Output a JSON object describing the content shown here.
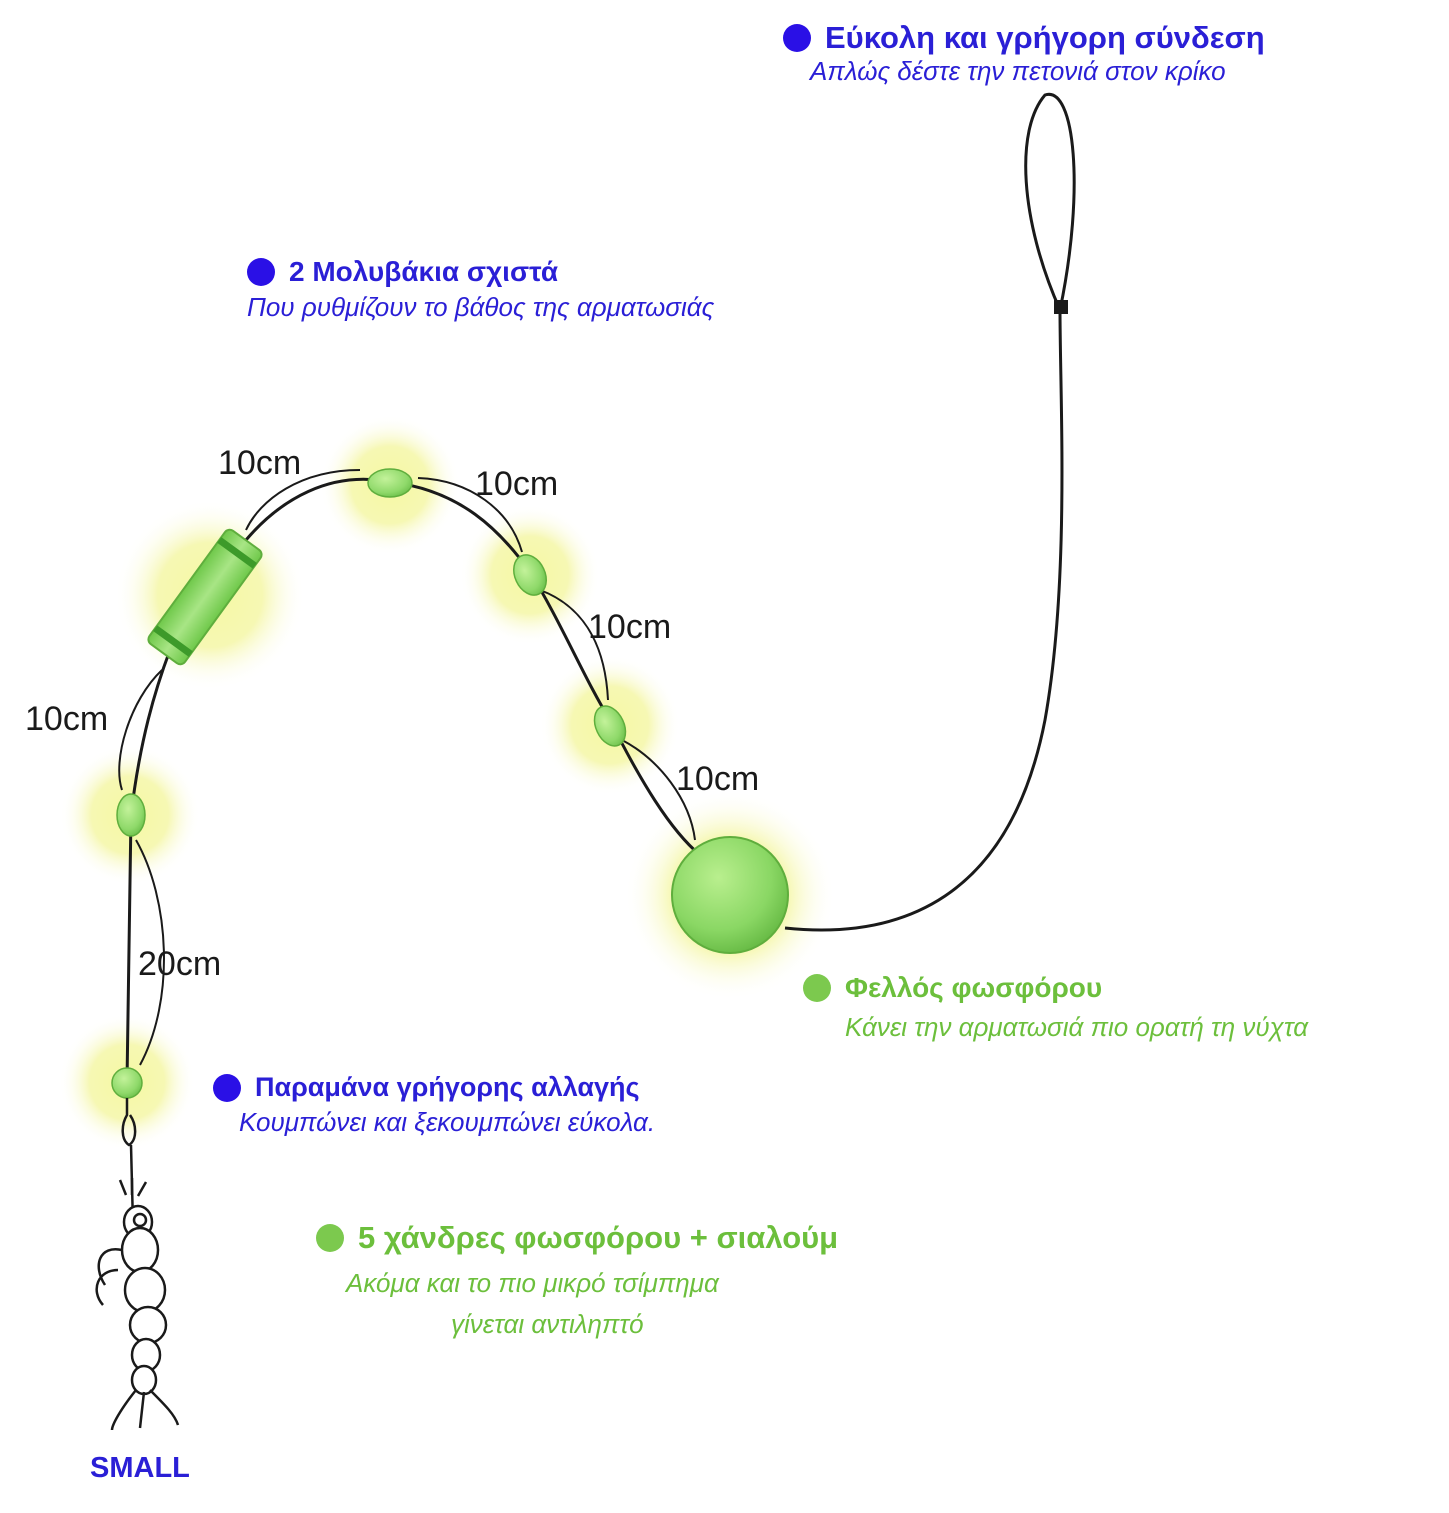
{
  "colors": {
    "blue": "#2a10e6",
    "green": "#7cc94e",
    "glow": "#f3f7a0",
    "bead": "#8fd96a",
    "line": "#1a1a1a"
  },
  "notes": {
    "connection": {
      "title": "Εύκολη και γρήγορη σύνδεση",
      "desc": "Απλώς δέστε την πετονιά στον κρίκο"
    },
    "sinkers": {
      "title": "2 Μολυβάκια σχιστά",
      "desc": "Που ρυθμίζουν το βάθος της αρματωσιάς"
    },
    "float": {
      "title": "Φελλός φωσφόρου",
      "desc": "Κάνει την αρματωσιά  πιο ορατή τη νύχτα"
    },
    "snap": {
      "title": "Παραμάνα γρήγορης αλλαγής",
      "desc": "Κουμπώνει και ξεκουμπώνει εύκολα."
    },
    "beads": {
      "title": "5 χάνδρες φωσφόρου + σιαλούμ",
      "desc_line1": "Ακόμα και το πιο μικρό τσίμπημα",
      "desc_line2": "γίνεται αντιληπτό"
    }
  },
  "dimensions": {
    "top_left": "10cm",
    "top_right": "10cm",
    "middle_right": "10cm",
    "lower_right": "10cm",
    "left_upper": "10cm",
    "left_lower": "20cm"
  },
  "size_label": "SMALL",
  "icons": {
    "bullet": "circle-bullet",
    "bait": "shrimp-icon",
    "hook": "hook-icon",
    "loop": "line-loop-icon"
  }
}
